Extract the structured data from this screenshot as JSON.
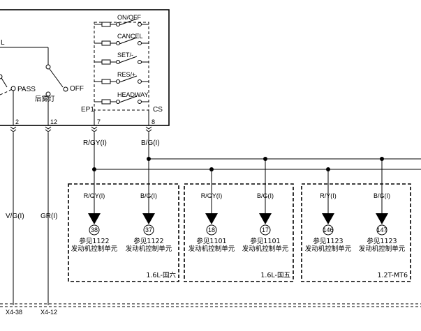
{
  "switch_module": {
    "buttons": [
      "ON/OFF",
      "CANCEL",
      "SET/-",
      "RES/+",
      "HEADWAY"
    ],
    "left_pin_label": "EP1",
    "right_pin_label": "CS",
    "pin_7": "7",
    "pin_8": "8"
  },
  "left_module": {
    "wire_label": "L",
    "pass_label": "PASS",
    "off_label": "OFF",
    "rear_fog_label": "后雾灯",
    "pin_2": "2",
    "pin_12": "12"
  },
  "wires": {
    "r_gy": "R/GY(I)",
    "b_g": "B/G(I)",
    "v_g": "V/G(I)",
    "gr": "GR(I)",
    "r_y": "R/Y(I)"
  },
  "connectors": {
    "x4_38": "X4-38",
    "x4_12": "X4-12"
  },
  "groups": [
    {
      "label": "1.6L-国六",
      "pins": [
        {
          "wire": "R/GY(I)",
          "num": "38",
          "ref": "参见1122",
          "desc": "发动机控制单元"
        },
        {
          "wire": "B/G(I)",
          "num": "37",
          "ref": "参见1122",
          "desc": "发动机控制单元"
        }
      ]
    },
    {
      "label": "1.6L-国五",
      "pins": [
        {
          "wire": "R/GY(I)",
          "num": "18",
          "ref": "参见1101",
          "desc": "发动机控制单元"
        },
        {
          "wire": "B/G(I)",
          "num": "17",
          "ref": "参见1101",
          "desc": "发动机控制单元"
        }
      ]
    },
    {
      "label": "1.2T-MT6",
      "pins": [
        {
          "wire": "R/Y(I)",
          "num": "146",
          "ref": "参见1123",
          "desc": "发动机控制单元"
        },
        {
          "wire": "B/G(I)",
          "num": "147",
          "ref": "参见1123",
          "desc": "发动机控制单元"
        }
      ]
    }
  ]
}
